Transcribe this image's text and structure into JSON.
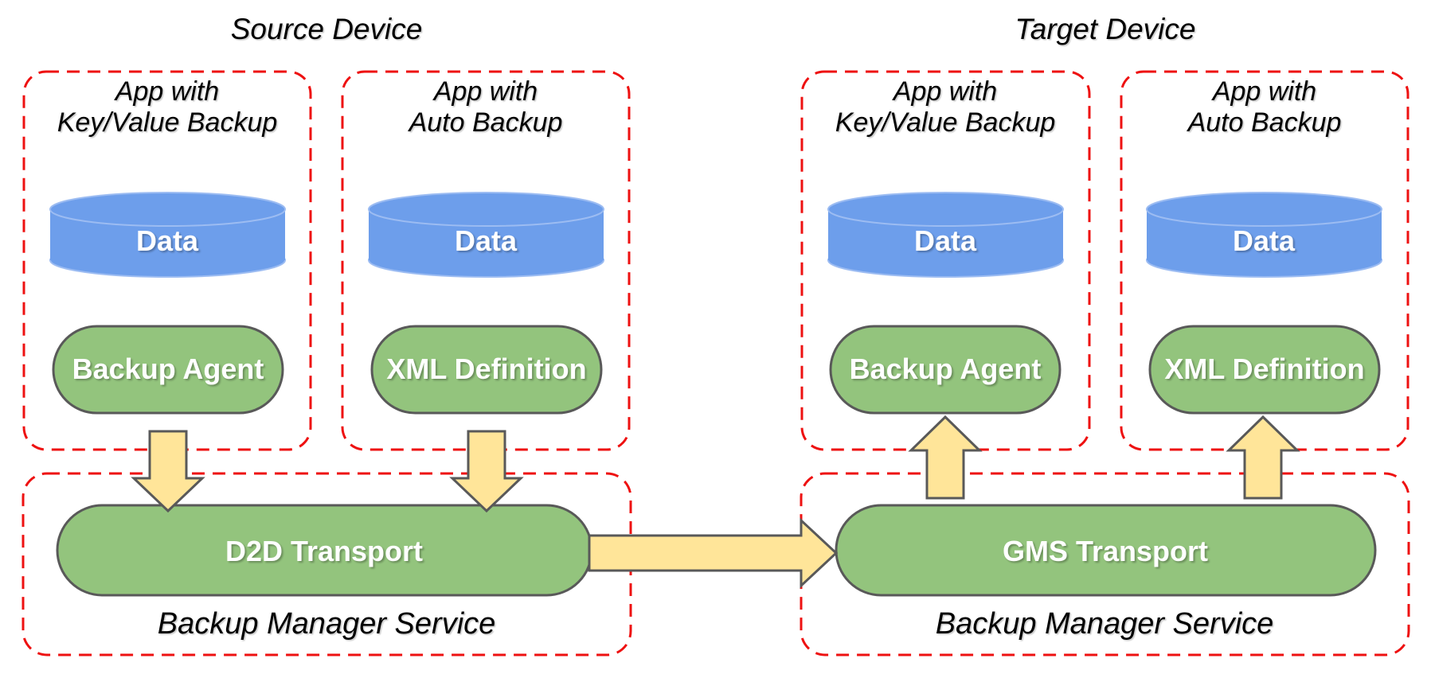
{
  "colors": {
    "dashed-border": "#ee1111",
    "pill-fill": "#93c47d",
    "pill-border": "#595959",
    "cylinder-fill": "#6d9eeb",
    "cylinder-highlight": "#9cbcf2",
    "arrow-fill": "#ffe599",
    "arrow-border": "#595959",
    "text-dark": "#000000",
    "text-light": "#ffffff",
    "background": "#ffffff"
  },
  "diagram": {
    "source_device": {
      "title": "Source Device",
      "apps": [
        {
          "name_line1": "App with",
          "name_line2": "Key/Value Backup",
          "data_store": "Data",
          "component": "Backup Agent"
        },
        {
          "name_line1": "App with",
          "name_line2": "Auto Backup",
          "data_store": "Data",
          "component": "XML Definition"
        }
      ],
      "service": {
        "transport": "D2D Transport",
        "label": "Backup Manager Service"
      }
    },
    "target_device": {
      "title": "Target Device",
      "apps": [
        {
          "name_line1": "App with",
          "name_line2": "Key/Value Backup",
          "data_store": "Data",
          "component": "Backup Agent"
        },
        {
          "name_line1": "App with",
          "name_line2": "Auto Backup",
          "data_store": "Data",
          "component": "XML Definition"
        }
      ],
      "service": {
        "transport": "GMS Transport",
        "label": "Backup Manager Service"
      }
    }
  }
}
